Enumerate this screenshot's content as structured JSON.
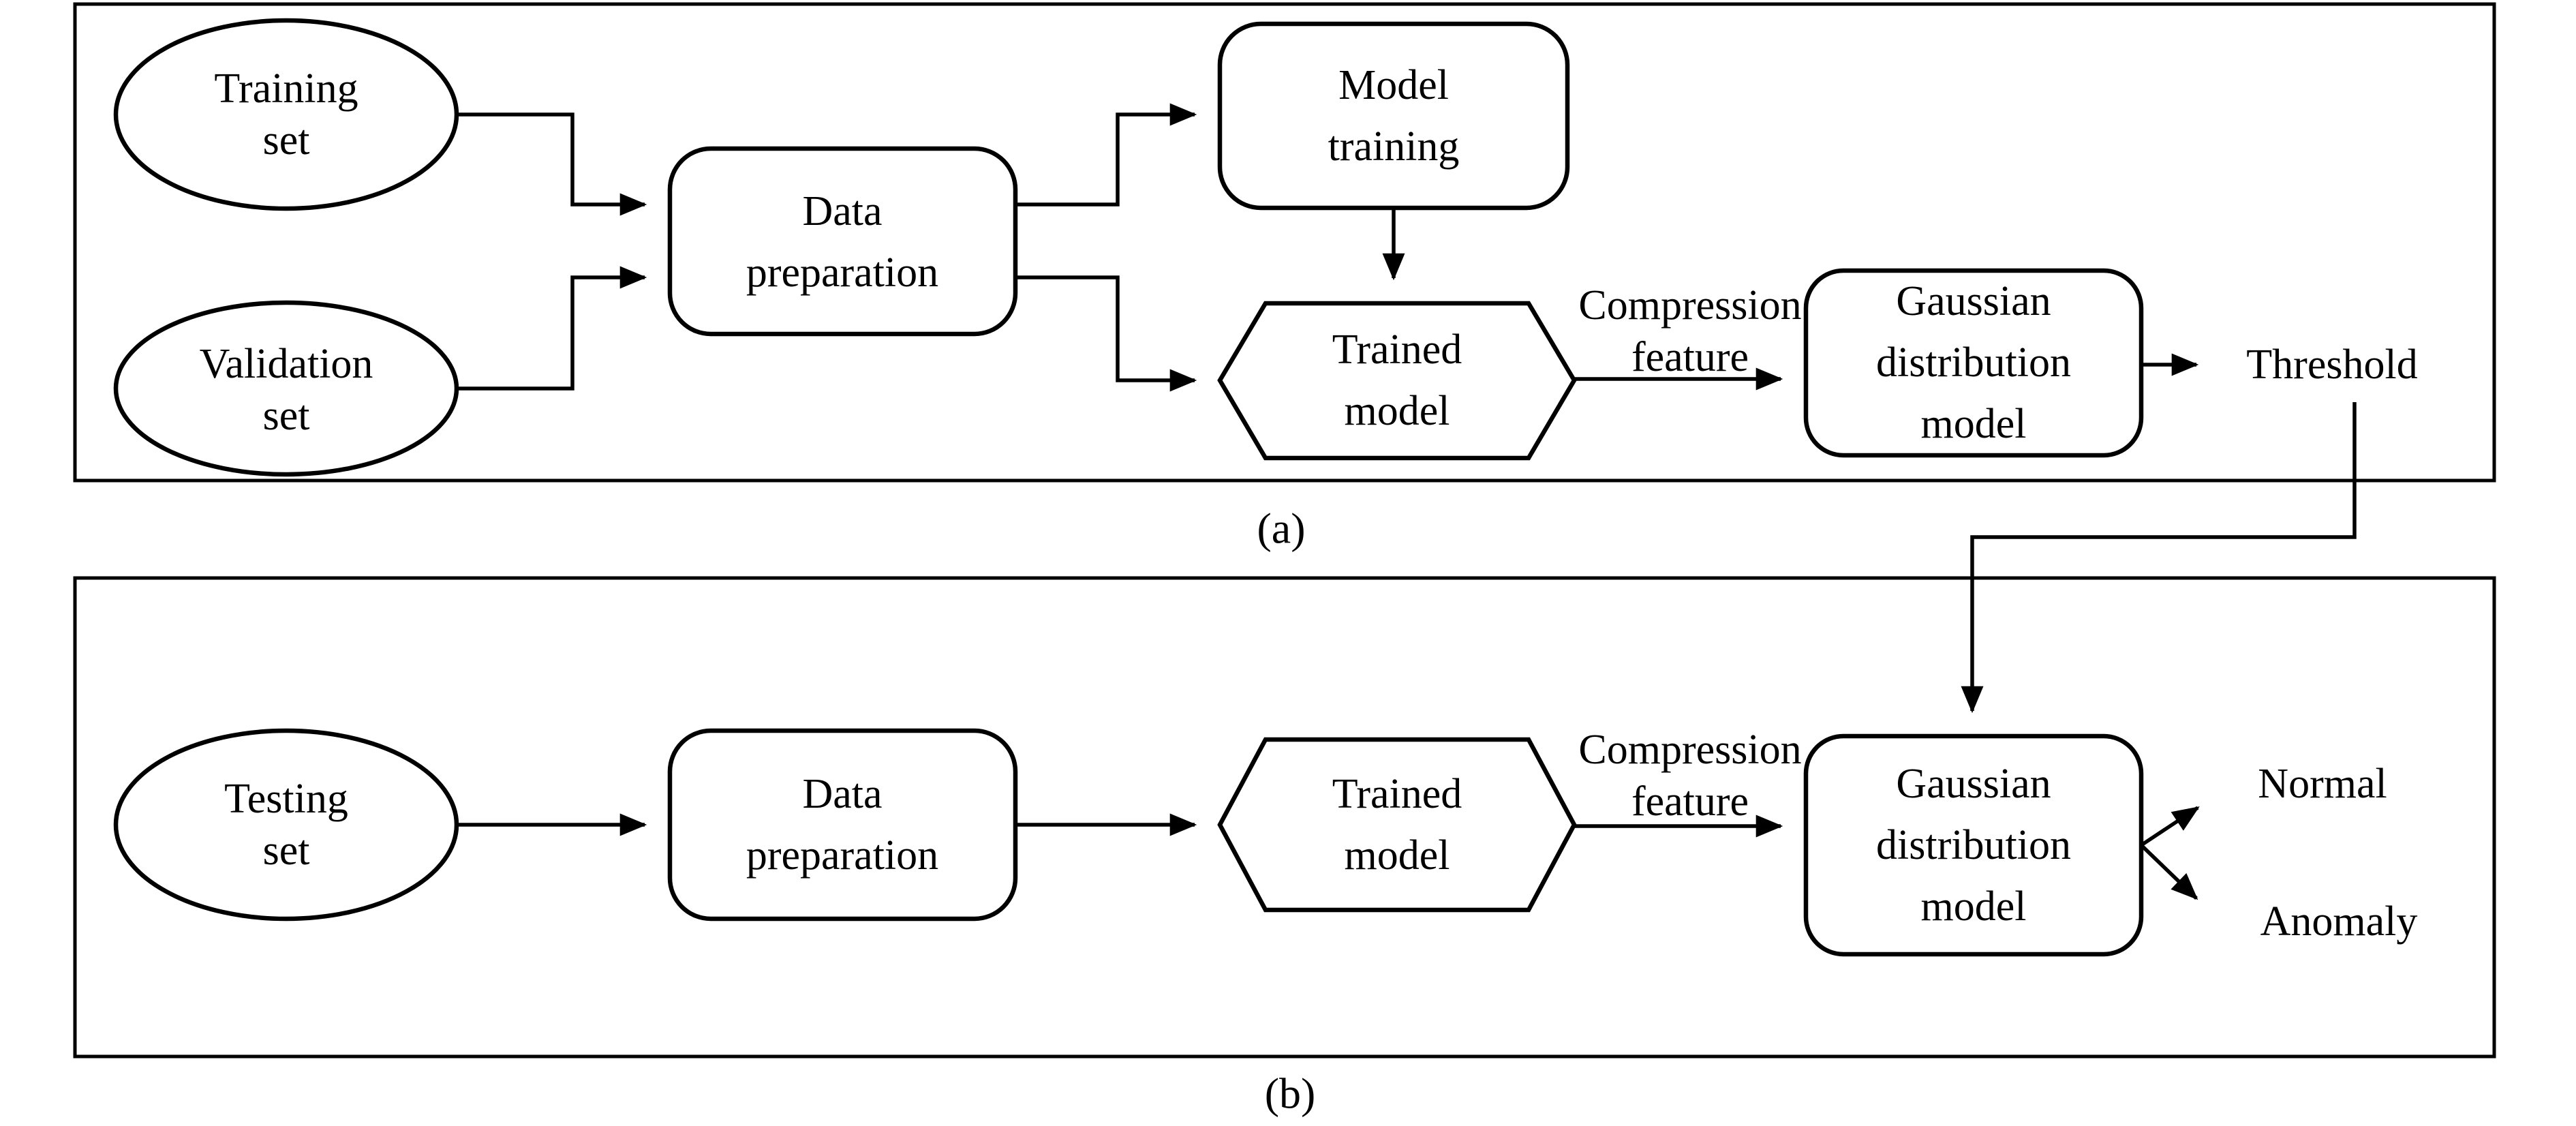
{
  "diagram": {
    "colors": {
      "ink": "#000000",
      "background": "#ffffff"
    },
    "sections": {
      "a": {
        "label": "(a)",
        "nodes": {
          "training_set": {
            "line1": "Training",
            "line2": "set"
          },
          "validation_set": {
            "line1": "Validation",
            "line2": "set"
          },
          "data_preparation": {
            "line1": "Data",
            "line2": "preparation"
          },
          "model_training": {
            "line1": "Model",
            "line2": "training"
          },
          "trained_model": {
            "line1": "Trained",
            "line2": "model"
          },
          "gaussian_model": {
            "line1": "Gaussian",
            "line2": "distribution",
            "line3": "model"
          }
        },
        "annotations": {
          "compression_feature": {
            "line1": "Compression",
            "line2": "feature"
          },
          "threshold": "Threshold"
        }
      },
      "b": {
        "label": "(b)",
        "nodes": {
          "testing_set": {
            "line1": "Testing",
            "line2": "set"
          },
          "data_preparation": {
            "line1": "Data",
            "line2": "preparation"
          },
          "trained_model": {
            "line1": "Trained",
            "line2": "model"
          },
          "gaussian_model": {
            "line1": "Gaussian",
            "line2": "distribution",
            "line3": "model"
          }
        },
        "annotations": {
          "compression_feature": {
            "line1": "Compression",
            "line2": "feature"
          },
          "normal": "Normal",
          "anomaly": "Anomaly"
        }
      }
    }
  }
}
